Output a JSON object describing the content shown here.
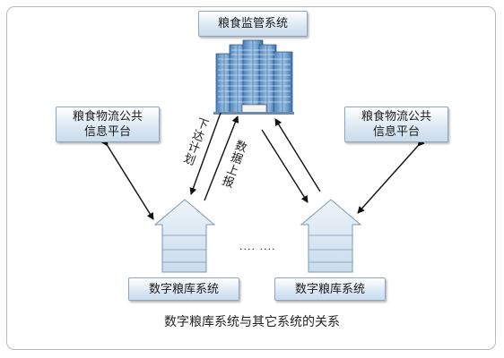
{
  "top_box": "粮食监管系统",
  "left_platform": [
    "粮食物流公共",
    "信息平台"
  ],
  "right_platform": [
    "粮食物流公共",
    "信息平台"
  ],
  "down_label": "下达计划",
  "up_label": "数据上报",
  "ellipsis": "···· ····",
  "left_system": "数字粮库系统",
  "right_system": "数字粮库系统",
  "caption": "数字粮库系统与其它系统的关系",
  "colors": {
    "box_border": "#8ea6bd",
    "box_fill": "#dde9f4",
    "house_fill": "#d8e6f3",
    "frame": "#b9b9b9"
  },
  "icons": [
    "building-icon",
    "house-icon",
    "arrow-icon"
  ]
}
